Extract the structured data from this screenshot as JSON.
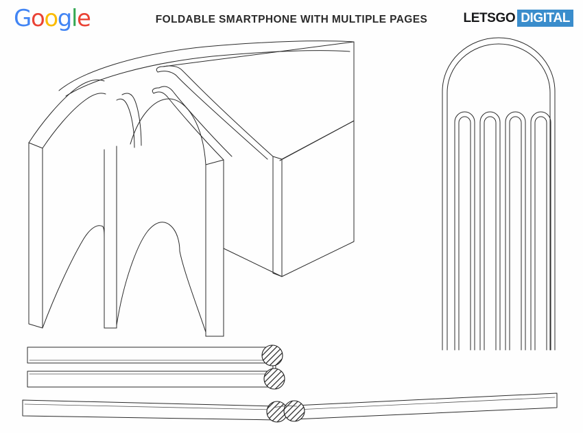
{
  "header": {
    "logo": {
      "name": "google-logo",
      "letters": [
        {
          "char": "G",
          "color": "#4285F4"
        },
        {
          "char": "o",
          "color": "#EA4335"
        },
        {
          "char": "o",
          "color": "#FBBC05"
        },
        {
          "char": "g",
          "color": "#4285F4"
        },
        {
          "char": "l",
          "color": "#34A853"
        },
        {
          "char": "e",
          "color": "#EA4335"
        }
      ]
    },
    "title": "FOLDABLE SMARTPHONE WITH MULTIPLE PAGES",
    "brand": {
      "left_text": "LETSGO",
      "right_text": "DIGITAL",
      "left_color": "#17181a",
      "right_text_color": "#ffffff",
      "right_background": "#3a8dcc"
    }
  },
  "figures": [
    {
      "id": "fig-main-open-book",
      "label": "Perspective view of foldable smartphone opened like a book with multiple pages",
      "page_count": 5
    },
    {
      "id": "fig-cross-section-folded-stack",
      "label": "Cross-sectional end view of the continuous display folded into five stacked panels",
      "panel_count": 5
    },
    {
      "id": "fig-side-view-closed",
      "label": "Side cross-section of two panels folded closed with dual-circle hinge",
      "hinge_count": 2
    },
    {
      "id": "fig-side-view-open",
      "label": "Side cross-section of the device unfolded flat with dual-circle hinge at center",
      "hinge_count": 2
    }
  ],
  "style": {
    "background": "#fefefe",
    "line_color": "#2a2a2a",
    "hatch_color": "#1d1d1d"
  }
}
